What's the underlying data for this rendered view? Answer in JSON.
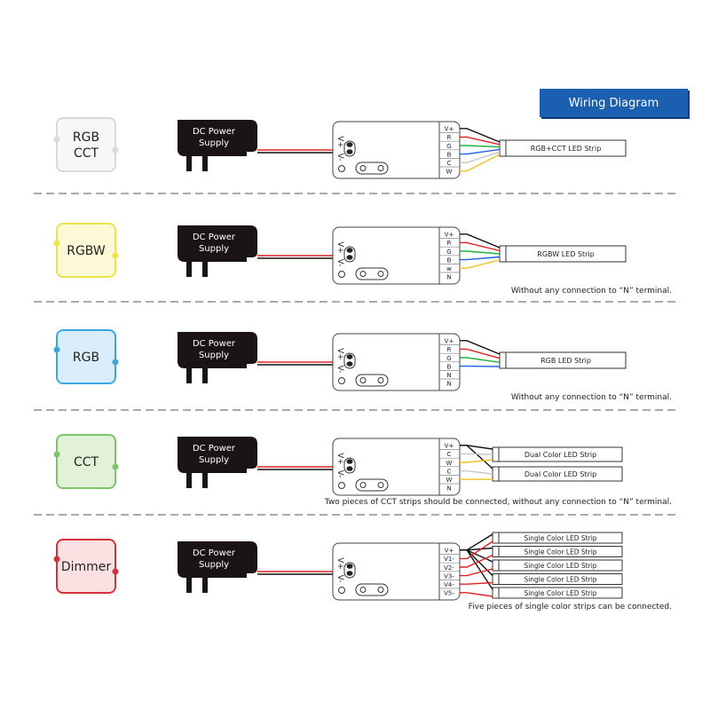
{
  "title": "Wiring Diagram",
  "power_supply_label": [
    "DC Power",
    "Supply"
  ],
  "controller_input_label": [
    "V+",
    "V-"
  ],
  "colors": {
    "banner": "#1a5fb0",
    "separator": "#555555",
    "power_supply": "#1a1414"
  },
  "rows": [
    {
      "mode": [
        "RGB",
        "CCT"
      ],
      "mode_border": "#d9d9d9",
      "mode_fill": "#f7f7f7",
      "terminals": [
        {
          "label": "V+",
          "wire": "#111111",
          "to": 0
        },
        {
          "label": "R",
          "wire": "#e02020",
          "to": 0
        },
        {
          "label": "G",
          "wire": "#20b040",
          "to": 0
        },
        {
          "label": "B",
          "wire": "#2060e0",
          "to": 0
        },
        {
          "label": "C",
          "wire": "#c8c8c8",
          "to": 0
        },
        {
          "label": "W",
          "wire": "#f0c020",
          "to": 0
        }
      ],
      "strips": [
        "RGB+CCT LED Strip"
      ],
      "note": ""
    },
    {
      "mode": [
        "RGBW"
      ],
      "mode_border": "#efe34a",
      "mode_fill": "#fcfad6",
      "terminals": [
        {
          "label": "V+",
          "wire": "#111111",
          "to": 0
        },
        {
          "label": "R",
          "wire": "#e02020",
          "to": 0
        },
        {
          "label": "G",
          "wire": "#20b040",
          "to": 0
        },
        {
          "label": "B",
          "wire": "#2060e0",
          "to": 0
        },
        {
          "label": "w",
          "wire": "#f0c020",
          "to": 0
        },
        {
          "label": "N",
          "wire": null,
          "to": null
        }
      ],
      "strips": [
        "RGBW LED Strip"
      ],
      "note": "Without any connection to “N” terminal."
    },
    {
      "mode": [
        "RGB"
      ],
      "mode_border": "#3aa8e0",
      "mode_fill": "#d9eefa",
      "terminals": [
        {
          "label": "V+",
          "wire": "#111111",
          "to": 0
        },
        {
          "label": "R",
          "wire": "#e02020",
          "to": 0
        },
        {
          "label": "G",
          "wire": "#20b040",
          "to": 0
        },
        {
          "label": "B",
          "wire": "#2060e0",
          "to": 0
        },
        {
          "label": "N",
          "wire": null,
          "to": null
        },
        {
          "label": "N",
          "wire": null,
          "to": null
        }
      ],
      "strips": [
        "RGB LED Strip"
      ],
      "note": "Without any connection to “N” terminal."
    },
    {
      "mode": [
        "CCT"
      ],
      "mode_border": "#7cc46a",
      "mode_fill": "#e1f2d9",
      "terminals": [
        {
          "label": "V+",
          "wire": "#111111",
          "to": [
            0,
            1
          ]
        },
        {
          "label": "C",
          "wire": "#c8c8c8",
          "to": 0
        },
        {
          "label": "W",
          "wire": "#f0c020",
          "to": 0
        },
        {
          "label": "C",
          "wire": "#c8c8c8",
          "to": 1
        },
        {
          "label": "W",
          "wire": "#f0c020",
          "to": 1
        },
        {
          "label": "N",
          "wire": null,
          "to": null
        }
      ],
      "strips": [
        "Dual Color LED Strip",
        "Dual Color LED Strip"
      ],
      "note": "Two pieces of CCT strips should be connected, without any connection to “N” terminal."
    },
    {
      "mode": [
        "Dimmer"
      ],
      "mode_border": "#d8303a",
      "mode_fill": "#fbe1e1",
      "terminals": [
        {
          "label": "V+",
          "wire": "#111111",
          "to": [
            0,
            1,
            2,
            3,
            4
          ]
        },
        {
          "label": "V1-",
          "wire": "#e02020",
          "to": 0
        },
        {
          "label": "V2-",
          "wire": "#e02020",
          "to": 1
        },
        {
          "label": "V3-",
          "wire": "#e02020",
          "to": 2
        },
        {
          "label": "V4-",
          "wire": "#e02020",
          "to": 3
        },
        {
          "label": "V5-",
          "wire": "#e02020",
          "to": 4
        }
      ],
      "strips": [
        "Single Color LED Strip",
        "Single Color LED Strip",
        "Single Color LED Strip",
        "Single Color LED Strip",
        "Single Color LED Strip"
      ],
      "note": "Five pieces of single color strips can be connected."
    }
  ]
}
